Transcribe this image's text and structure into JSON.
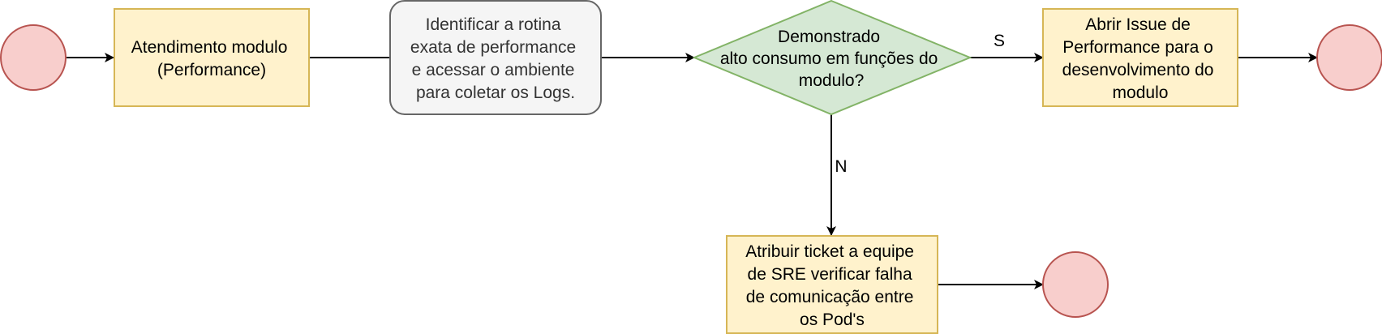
{
  "colors": {
    "terminal_fill": "#f8cecc",
    "terminal_stroke": "#b85450",
    "process_fill": "#fff2cc",
    "process_stroke": "#d6b656",
    "activity_fill": "#f5f5f5",
    "activity_stroke": "#666666",
    "decision_fill": "#d5e8d4",
    "decision_stroke": "#82b366",
    "connector": "#000000"
  },
  "nodes": {
    "atendimento": {
      "lines": [
        "Atendimento modulo",
        "(Performance)"
      ]
    },
    "identificar": {
      "lines": [
        "Identificar a rotina",
        "exata de performance",
        "e acessar o ambiente",
        "para coletar os Logs."
      ]
    },
    "decisao": {
      "lines": [
        "Demonstrado",
        "alto consumo em funções do",
        "modulo?"
      ]
    },
    "abrir_issue": {
      "lines": [
        "Abrir Issue de",
        "Performance para o",
        "desenvolvimento do",
        "modulo"
      ]
    },
    "atribuir_ticket": {
      "lines": [
        "Atribuir ticket a equipe",
        "de SRE verificar falha",
        "de comunicação entre",
        "os Pod's"
      ]
    }
  },
  "edges": {
    "yes_label": "S",
    "no_label": "N"
  }
}
